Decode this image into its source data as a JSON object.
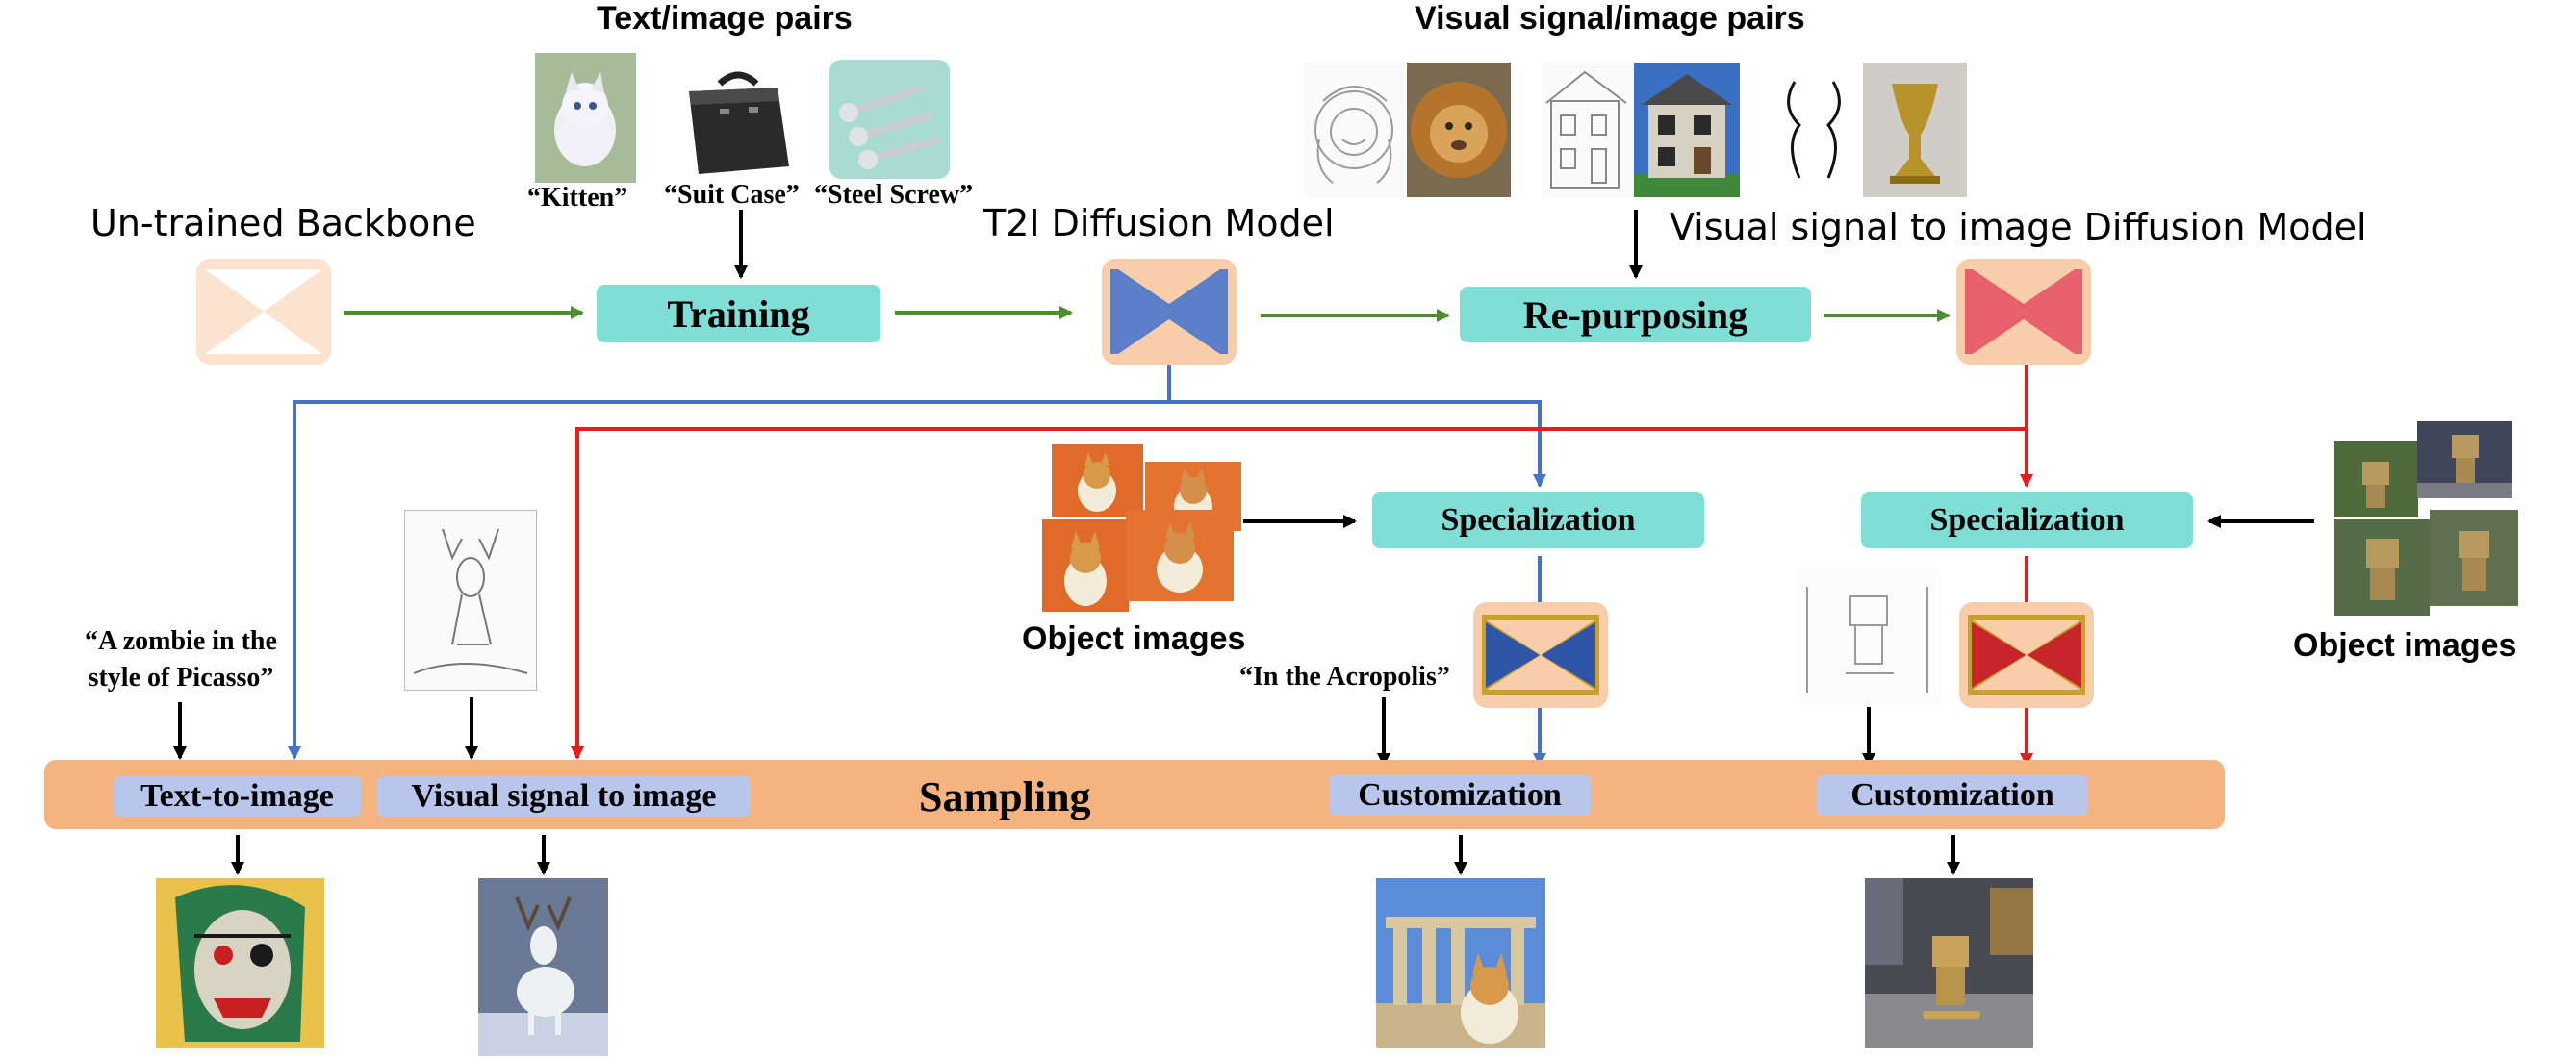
{
  "headers": {
    "text_image_pairs": "Text/image pairs",
    "visual_signal_image_pairs": "Visual signal/image pairs"
  },
  "captions": {
    "kitten": "“Kitten”",
    "suit_case": "“Suit Case”",
    "steel_screw": "“Steel Screw”"
  },
  "stages": {
    "untrained_backbone": "Un-trained Backbone",
    "t2i_model": "T2I Diffusion Model",
    "visual_signal_model": "Visual signal to image Diffusion Model"
  },
  "process_boxes": {
    "training": "Training",
    "repurposing": "Re-purposing",
    "specialization_left": "Specialization",
    "specialization_right": "Specialization"
  },
  "object_images": {
    "left": "Object images",
    "right": "Object images"
  },
  "prompts": {
    "zombie_line1": "“A zombie in the",
    "zombie_line2": "style of Picasso”",
    "acropolis": "“In the Acropolis”"
  },
  "sampling": {
    "label": "Sampling",
    "tasks": {
      "text_to_image": "Text-to-image",
      "visual_signal_to_image": "Visual signal to image",
      "customization_1": "Customization",
      "customization_2": "Customization"
    }
  },
  "colors": {
    "green_arrow": "#4e8c2c",
    "blue_arrow": "#4a72c4",
    "red_arrow": "#e51d1d",
    "teal_box": "#7fded6",
    "sampling_bar": "#f5b47f",
    "task_box": "#b8c6ec",
    "model_bg": "#f7cdaa",
    "t2i_model_fill": "#5b7ec9",
    "visual_model_fill": "#e8606c",
    "specialized_blue": "#2f55a8",
    "specialized_red": "#c8242c",
    "specialized_border": "#c9a02a"
  }
}
